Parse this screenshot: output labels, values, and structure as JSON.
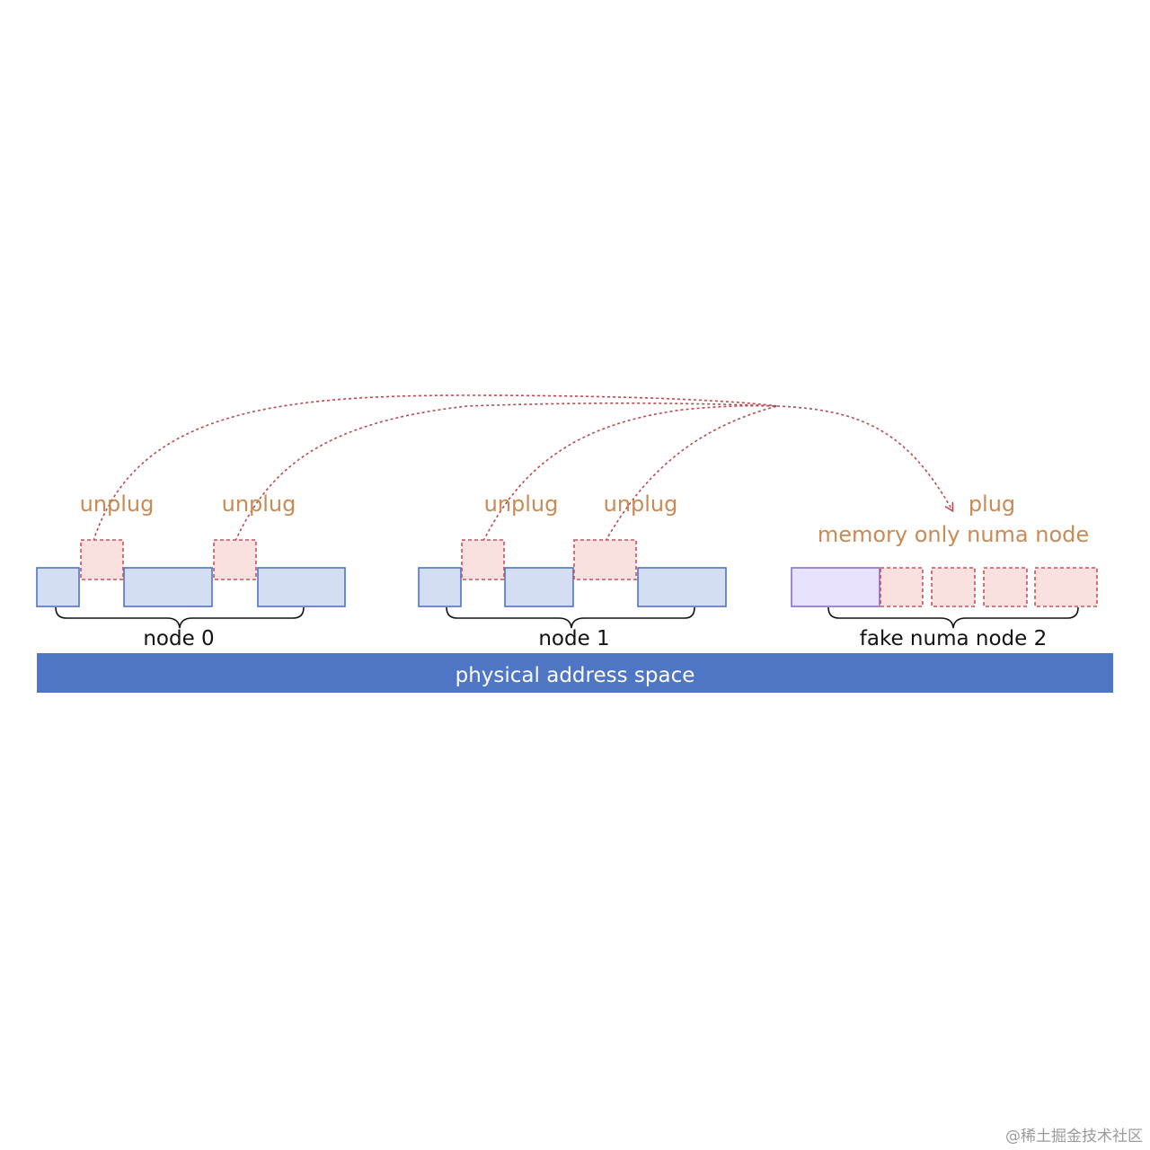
{
  "labels": {
    "unplug_1": "unplug",
    "unplug_2": "unplug",
    "unplug_3": "unplug",
    "unplug_4": "unplug",
    "plug": "plug",
    "memory_only": "memory only numa node",
    "node0": "node 0",
    "node1": "node 1",
    "node2": "fake numa node 2",
    "address_space": "physical address space"
  },
  "watermark": "@稀土掘金技术社区",
  "colors": {
    "memory_block": "#d4def3",
    "memory_block_border": "#4f73c2",
    "unplugged_block": "#fbe0e0",
    "unplugged_border": "#c9525b",
    "fake_node_block": "#e7e1fb",
    "address_bar": "#4f76c4",
    "label_orange": "#c98a55"
  }
}
